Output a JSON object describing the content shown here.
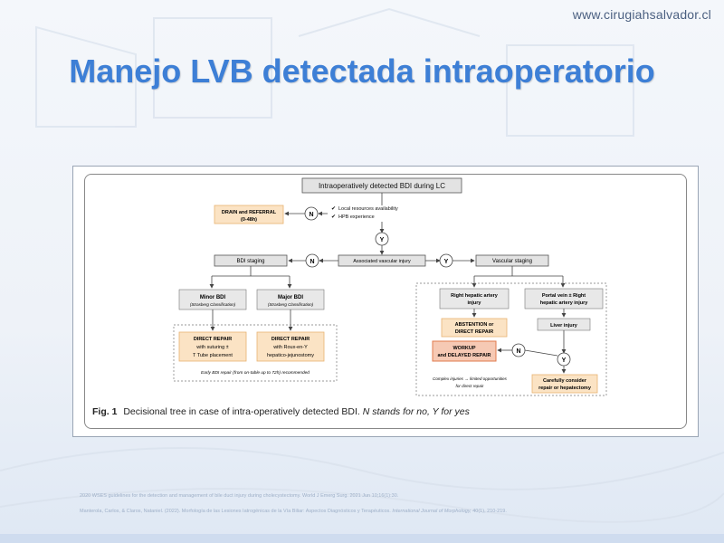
{
  "header": {
    "site_url": "www.cirugiahsalvador.cl",
    "title": "Manejo LVB detectada intraoperatorio"
  },
  "figure": {
    "root": "Intraoperatively detected BDI during LC",
    "drain_referral": "DRAIN and REFERRAL",
    "drain_time": "(0-48h)",
    "check1": "Local resources availability",
    "check2": "HPB experience",
    "associated_vascular": "Associated vascular injury",
    "bdi_staging": "BDI staging",
    "vascular_staging": "Vascular staging",
    "minor_bdi": "Minor BDI",
    "major_bdi": "Major BDI",
    "strasberg": "(Strasberg Classification)",
    "direct_repair_1": "DIRECT REPAIR",
    "direct_repair_1_b": "with suturing ±",
    "direct_repair_1_c": "T Tube placement",
    "direct_repair_2": "DIRECT REPAIR",
    "direct_repair_2_b": "with Roux-en-Y",
    "direct_repair_2_c": "hepatico-jejunostomy",
    "early_repair": "Early BDI repair (from on-table up to 72h) recommended",
    "right_hepatic_1": "Right hepatic artery",
    "right_hepatic_2": "injury",
    "portal_vein_1": "Portal vein ± Right",
    "portal_vein_2": "hepatic artery injury",
    "abstention_1": "ABSTENTION or",
    "abstention_2": "DIRECT REPAIR",
    "liver_injury": "Liver injury",
    "workup_1": "WORKUP",
    "workup_2": "and DELAYED REPAIR",
    "carefully_1": "Carefully consider",
    "carefully_2": "repair or hepatectomy",
    "complex_1": "Complex injuries → limited opportunities",
    "complex_2": "for direct repair",
    "n": "N",
    "y": "Y",
    "caption_label": "Fig. 1",
    "caption_text": "Decisional tree in case of intra-operatively detected BDI.",
    "caption_italic": "N stands for no, Y for yes",
    "colors": {
      "orange_box": "#fbe3c4",
      "orange_border": "#e8b272",
      "workup_box": "#f6c9b4",
      "workup_border": "#e07a4d",
      "gray_box": "#e6e6e6"
    }
  },
  "references": {
    "ref1": "2020 WSES guidelines for the detection and management of bile duct injury during cholecystectomy. World J Emerg Surg. 2021 Jun 10;16(1):30.",
    "ref2_a": "Manterola, Carlos, & Claros, Nataniel. (2022). Morfología de las Lesiones Iatrogénicas de la Vía Biliar: Aspectos Diagnósticos y Terapéuticos.",
    "ref2_b": "International Journal of Morphology,",
    "ref2_c": "40(1), 210-219."
  }
}
